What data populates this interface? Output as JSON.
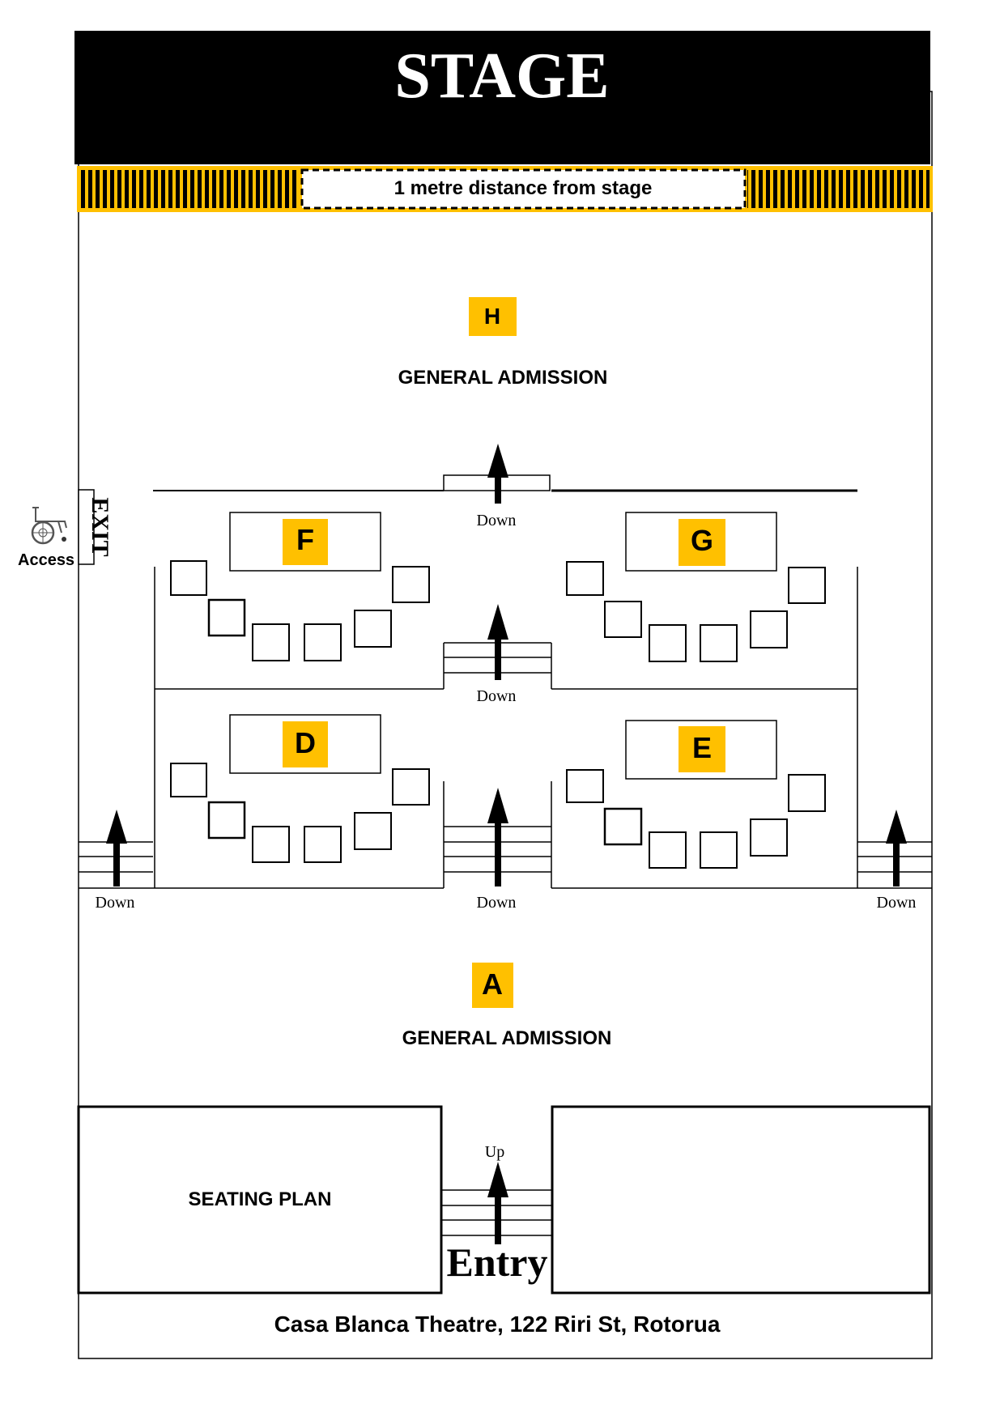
{
  "stage": {
    "label": "STAGE"
  },
  "barrier": {
    "label": "1 metre distance from stage"
  },
  "sections": {
    "H": {
      "label": "H",
      "caption": "GENERAL ADMISSION"
    },
    "F": {
      "label": "F"
    },
    "G": {
      "label": "G"
    },
    "D": {
      "label": "D"
    },
    "E": {
      "label": "E"
    },
    "A": {
      "label": "A",
      "caption": "GENERAL ADMISSION"
    }
  },
  "stairs": {
    "down": "Down",
    "up": "Up"
  },
  "side": {
    "exit": "EXIT",
    "access": "Access"
  },
  "bottom": {
    "legend": "SEATING PLAN",
    "entry": "Entry",
    "venue": "Casa Blanca Theatre, 122 Riri St, Rotorua"
  },
  "colors": {
    "accent": "#FFC000",
    "ink": "#000000",
    "paper": "#FFFFFF"
  }
}
